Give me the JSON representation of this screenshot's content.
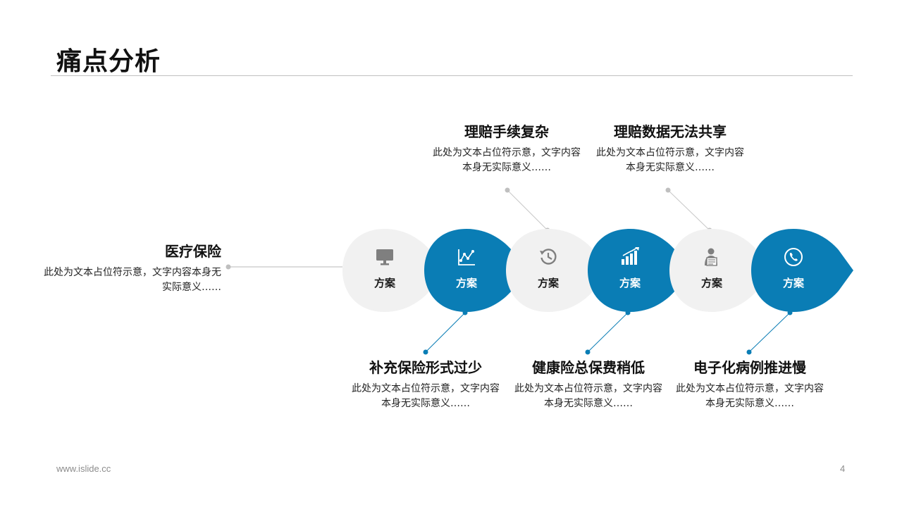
{
  "title": "痛点分析",
  "footer": {
    "url": "www.islide.cc",
    "page": "4"
  },
  "left_item": {
    "heading": "医疗保险",
    "desc": "此处为文本占位符示意，文字内容本身无实际意义……"
  },
  "colors": {
    "blue": "#0a7db5",
    "gray": "#f1f1f1",
    "gray_icon": "#7f7f7f"
  },
  "steps": [
    {
      "label": "方案",
      "icon": "monitor-icon",
      "style": "gray"
    },
    {
      "label": "方案",
      "icon": "line-chart-icon",
      "style": "blue"
    },
    {
      "label": "方案",
      "icon": "history-icon",
      "style": "gray"
    },
    {
      "label": "方案",
      "icon": "bar-chart-icon",
      "style": "blue"
    },
    {
      "label": "方案",
      "icon": "person-document-icon",
      "style": "gray"
    },
    {
      "label": "方案",
      "icon": "phone-icon",
      "style": "blue"
    }
  ],
  "top_items": [
    {
      "heading": "理赔手续复杂",
      "desc": "此处为文本占位符示意，文字内容本身无实际意义……"
    },
    {
      "heading": "理赔数据无法共享",
      "desc": "此处为文本占位符示意，文字内容本身无实际意义……"
    }
  ],
  "bottom_items": [
    {
      "heading": "补充保险形式过少",
      "desc": "此处为文本占位符示意，文字内容本身无实际意义……"
    },
    {
      "heading": "健康险总保费稍低",
      "desc": "此处为文本占位符示意，文字内容本身无实际意义……"
    },
    {
      "heading": "电子化病例推进慢",
      "desc": "此处为文本占位符示意，文字内容本身无实际意义……"
    }
  ]
}
